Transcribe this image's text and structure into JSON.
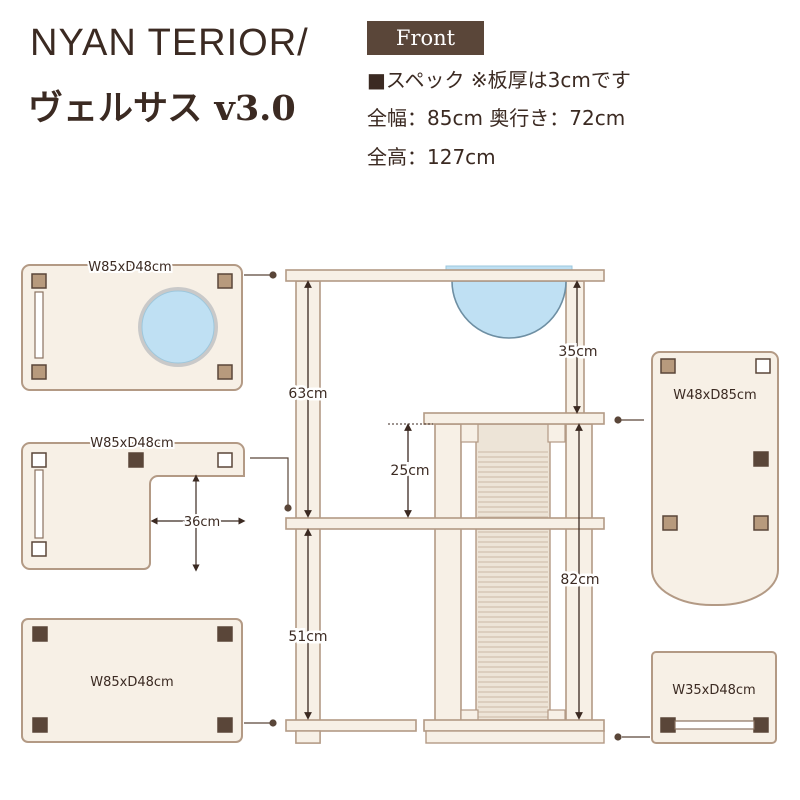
{
  "header": {
    "brand": "NYAN TERIOR/",
    "product_name": "ヴェルサス v3.0",
    "view_tag": "Front",
    "spec_lines": [
      "■スペック ※板厚は3cmです",
      "全幅：85cm 奥行き：72cm",
      "全高：127cm"
    ]
  },
  "diagram": {
    "shelves": [
      {
        "id": "top",
        "label": "W85xD48cm",
        "feature": "bowl"
      },
      {
        "id": "middle",
        "label": "W85xD48cm",
        "cutout_label": "36cm"
      },
      {
        "id": "base",
        "label": "W85xD48cm"
      },
      {
        "id": "right-upper",
        "label": "W48xD85cm"
      },
      {
        "id": "right-base",
        "label": "W35xD48cm"
      }
    ],
    "measurements": {
      "left_upper": "63cm",
      "left_lower": "51cm",
      "right_top": "35cm",
      "middle_gap": "25cm",
      "right_lower": "82cm"
    },
    "colors": {
      "board": "#f7f0e6",
      "outline": "#b39a85",
      "dark": "#5a4639",
      "bowl": "#bfe0f3",
      "scratcher": "#ede4d7"
    }
  }
}
